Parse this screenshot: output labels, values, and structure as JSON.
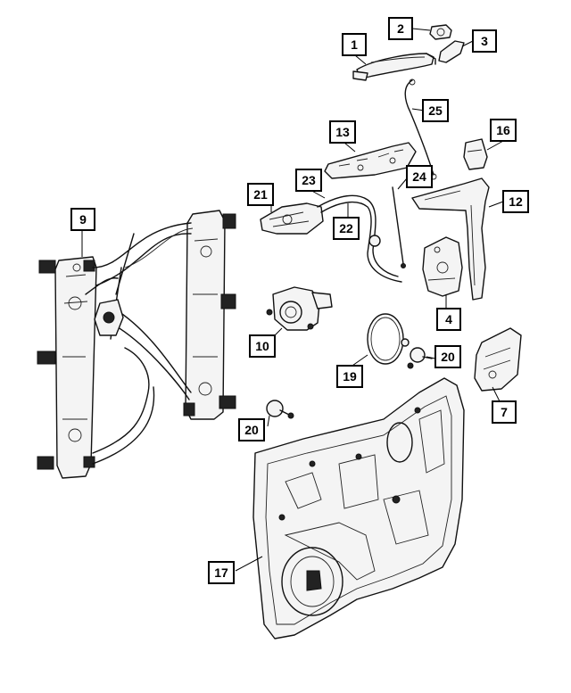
{
  "callouts": [
    {
      "id": "c1",
      "label": "1"
    },
    {
      "id": "c2",
      "label": "2"
    },
    {
      "id": "c3",
      "label": "3"
    },
    {
      "id": "c4",
      "label": "4"
    },
    {
      "id": "c7",
      "label": "7"
    },
    {
      "id": "c9",
      "label": "9"
    },
    {
      "id": "c10",
      "label": "10"
    },
    {
      "id": "c12",
      "label": "12"
    },
    {
      "id": "c13",
      "label": "13"
    },
    {
      "id": "c16",
      "label": "16"
    },
    {
      "id": "c17",
      "label": "17"
    },
    {
      "id": "c19",
      "label": "19"
    },
    {
      "id": "c20a",
      "label": "20"
    },
    {
      "id": "c20b",
      "label": "20"
    },
    {
      "id": "c21",
      "label": "21"
    },
    {
      "id": "c22",
      "label": "22"
    },
    {
      "id": "c23",
      "label": "23"
    },
    {
      "id": "c24",
      "label": "24"
    },
    {
      "id": "c25",
      "label": "25"
    }
  ]
}
